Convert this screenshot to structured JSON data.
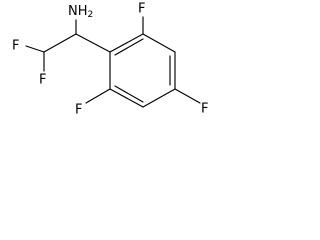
{
  "molecule": {
    "atoms": {
      "amine": {
        "main": "NH",
        "sub": "2"
      },
      "f_chain_top": "F",
      "f_chain_bottom": "F",
      "f_ring_top": "F",
      "f_ring_right": "F",
      "f_ring_bottom": "F"
    }
  }
}
